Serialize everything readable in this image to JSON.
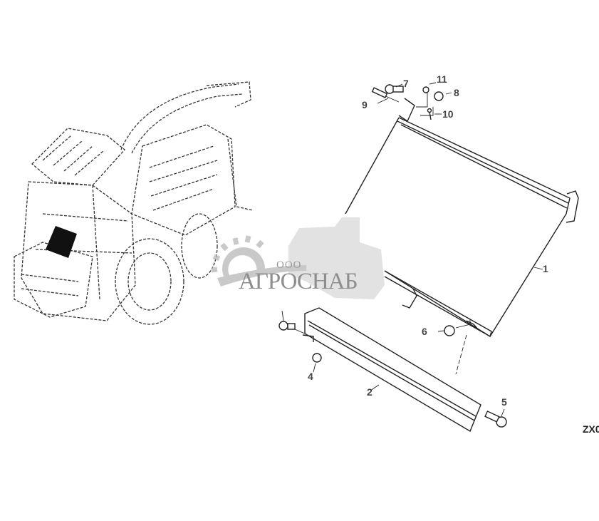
{
  "diagram": {
    "type": "exploded-parts-diagram",
    "subject": "Radiator / condenser screen assembly with mounting hardware",
    "overview_illustration": "forage harvester isometric dashed-line view with highlighted location",
    "figure_code": "ZX0",
    "callouts": [
      {
        "id": "1",
        "label": "1"
      },
      {
        "id": "2",
        "label": "2"
      },
      {
        "id": "4",
        "label": "4"
      },
      {
        "id": "5",
        "label": "5"
      },
      {
        "id": "6",
        "label": "6"
      },
      {
        "id": "7",
        "label": "7"
      },
      {
        "id": "8",
        "label": "8"
      },
      {
        "id": "9",
        "label": "9"
      },
      {
        "id": "10",
        "label": "10"
      },
      {
        "id": "11",
        "label": "11"
      }
    ]
  },
  "watermark": {
    "prefix": "ООО",
    "name": "АГРОСНАБ"
  }
}
